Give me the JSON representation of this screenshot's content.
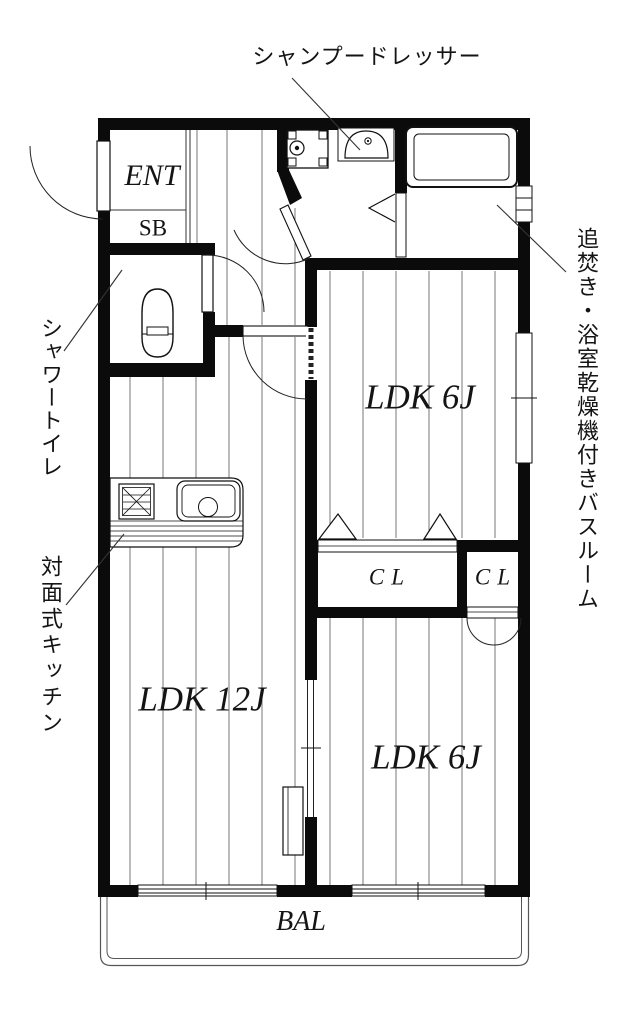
{
  "plan": {
    "annotations": {
      "shampoo_dresser": "シャンプードレッサー",
      "shower_toilet": "シャワートイレ",
      "counter_kitchen": "対面式キッチン",
      "bath_features": "追焚き・浴室乾燥機付きバスルーム"
    },
    "rooms": {
      "entrance": "ENT",
      "shoebox": "SB",
      "ldk_upper": "LDK 6J",
      "ldk_main": "LDK 12J",
      "ldk_lower": "LDK 6J",
      "closet_left": "CL",
      "closet_right": "CL",
      "balcony": "BAL"
    },
    "fixtures": [
      "toilet",
      "washing-machine-pan",
      "shampoo-dresser-sink",
      "bathtub",
      "gas-stove",
      "kitchen-sink",
      "kitchen-counter"
    ],
    "colors": {
      "wall": "#0b0b0b",
      "background": "#ffffff",
      "floor_line": "#777777"
    }
  }
}
